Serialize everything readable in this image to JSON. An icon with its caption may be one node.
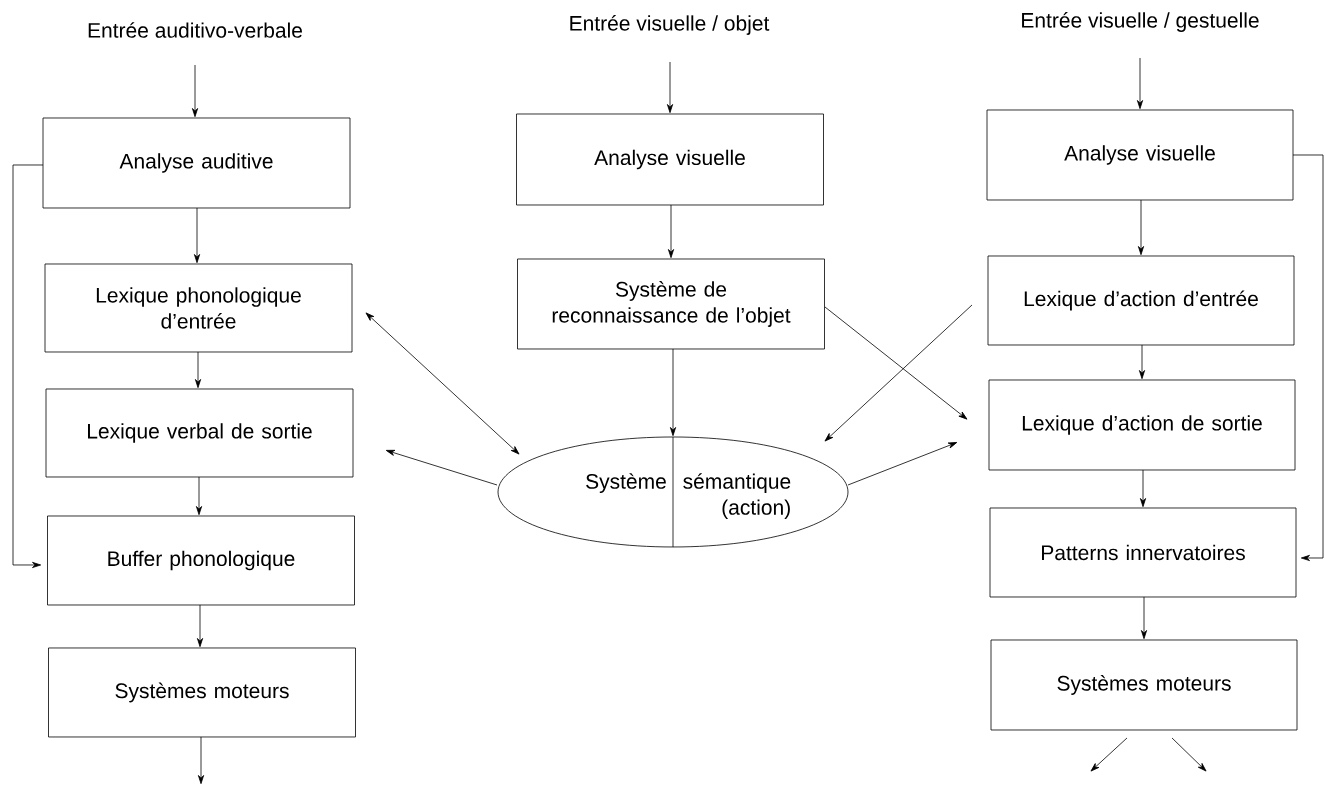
{
  "diagram": {
    "nodes": [
      {
        "text": [
          "Entrée auditivo-verbale"
        ]
      },
      {
        "text": [
          "Entrée visuelle / objet"
        ]
      },
      {
        "text": [
          "Entrée visuelle / gestuelle"
        ]
      },
      {
        "text": [
          "Analyse auditive"
        ]
      },
      {
        "text": [
          "Lexique phonologique d’entrée"
        ]
      },
      {
        "text": [
          "Lexique verbal de sortie"
        ]
      },
      {
        "text": [
          "Buffer phonologique"
        ]
      },
      {
        "text": [
          "Systèmes moteurs"
        ]
      },
      {
        "text": [
          "Analyse visuelle"
        ]
      },
      {
        "text": [
          "Système de reconnaissance de l’objet"
        ]
      },
      {
        "text": [
          "Système",
          "sémantique (action)"
        ]
      },
      {
        "text": [
          "Analyse visuelle"
        ]
      },
      {
        "text": [
          "Lexique d’action d’entrée"
        ]
      },
      {
        "text": [
          "Lexique d’action de sortie"
        ]
      },
      {
        "text": [
          "Patterns innervatoires"
        ]
      },
      {
        "text": [
          "Systèmes moteurs"
        ]
      }
    ],
    "edges": [
      {
        "from": 0,
        "to": 3,
        "arrow": "to"
      },
      {
        "from": 3,
        "to": 4,
        "arrow": "to"
      },
      {
        "from": 4,
        "to": 5,
        "arrow": "to"
      },
      {
        "from": 5,
        "to": 6,
        "arrow": "to"
      },
      {
        "from": 6,
        "to": 7,
        "arrow": "to"
      },
      {
        "from": 7,
        "to": null,
        "arrow": "to"
      },
      {
        "from": 3,
        "to": 6,
        "arrow": "to"
      },
      {
        "from": 1,
        "to": 8,
        "arrow": "to"
      },
      {
        "from": 8,
        "to": 9,
        "arrow": "to"
      },
      {
        "from": 9,
        "to": 10,
        "arrow": "to"
      },
      {
        "from": 4,
        "to": 10,
        "arrow": "both"
      },
      {
        "from": 10,
        "to": 5,
        "arrow": "to"
      },
      {
        "from": 9,
        "to": 13,
        "arrow": "to"
      },
      {
        "from": 12,
        "to": 10,
        "arrow": "to"
      },
      {
        "from": 10,
        "to": 13,
        "arrow": "to"
      },
      {
        "from": 2,
        "to": 11,
        "arrow": "to"
      },
      {
        "from": 11,
        "to": 12,
        "arrow": "to"
      },
      {
        "from": 12,
        "to": 13,
        "arrow": "to"
      },
      {
        "from": 13,
        "to": 14,
        "arrow": "to"
      },
      {
        "from": 14,
        "to": 15,
        "arrow": "to"
      },
      {
        "from": 11,
        "to": 14,
        "arrow": "to"
      },
      {
        "from": 15,
        "to": null,
        "arrow": "to"
      },
      {
        "from": 15,
        "to": null,
        "arrow": "to"
      }
    ]
  }
}
